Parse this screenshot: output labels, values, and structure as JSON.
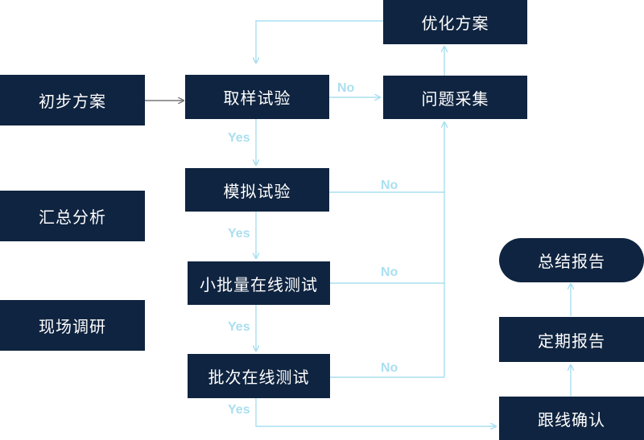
{
  "colors": {
    "node_fill": "#0f2440",
    "node_text": "#ffffff",
    "connector": "#a9dff0",
    "entry_arrow": "#777777"
  },
  "nodes": {
    "preliminary_plan": "初步方案",
    "summary_analysis": "汇总分析",
    "field_research": "现场调研",
    "sampling_test": "取样试验",
    "simulation_test": "模拟试验",
    "small_batch_online_test": "小批量在线测试",
    "batch_online_test": "批次在线测试",
    "optimize_plan": "优化方案",
    "issue_collection": "问题采集",
    "summary_report": "总结报告",
    "periodic_report": "定期报告",
    "tracking_confirmation": "跟线确认"
  },
  "labels": {
    "yes": "Yes",
    "no": "No"
  }
}
